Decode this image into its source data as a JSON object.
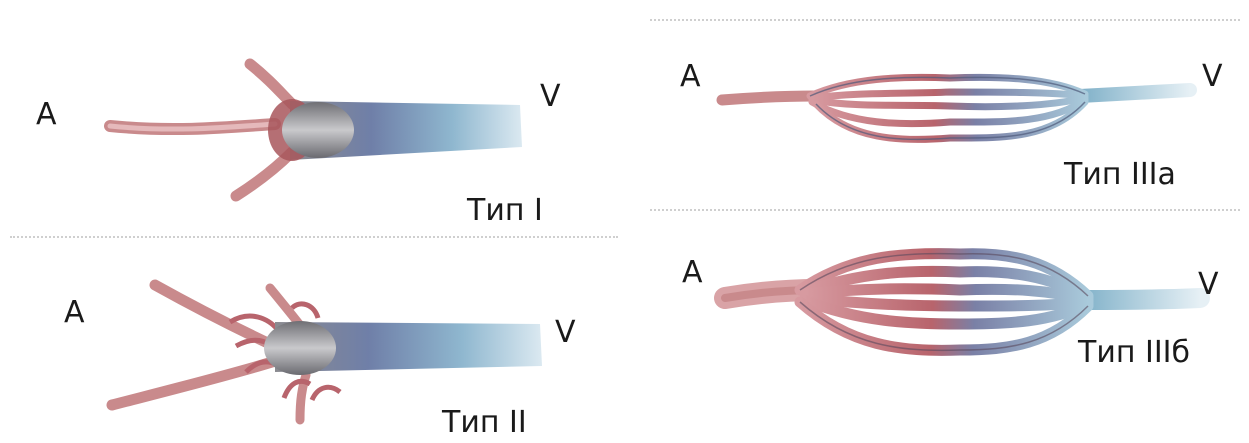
{
  "panels": [
    {
      "artery_label": "A",
      "vein_label": "V",
      "type_label": "Тип I"
    },
    {
      "artery_label": "A",
      "vein_label": "V",
      "type_label": "Тип II"
    },
    {
      "artery_label": "A",
      "vein_label": "V",
      "type_label": "Тип IIIa"
    },
    {
      "artery_label": "A",
      "vein_label": "V",
      "type_label": "Тип IIIб"
    }
  ],
  "colors": {
    "artery": "#c98a8c",
    "artery_dark": "#a8565c",
    "vein": "#8db6cc",
    "vein_dark": "#4f6a9a",
    "sac": "#8e8e92",
    "divider": "#cfcfcf"
  }
}
